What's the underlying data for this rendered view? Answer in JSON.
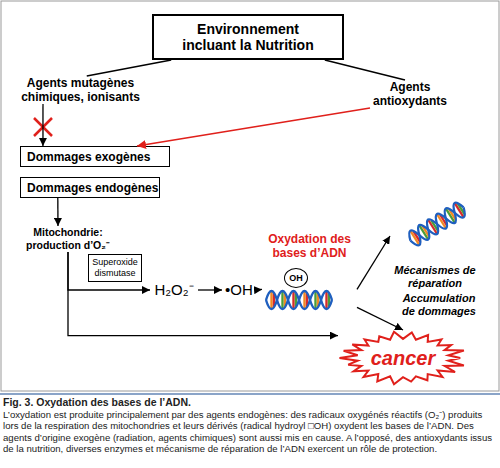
{
  "diagram": {
    "title": "Fig. 3. Oxydation des bases de l’ADN.",
    "caption": "L’oxydation est produite principalement par des agents endogènes: des radicaux oxygénés réactifs (O₂⁻) produits lors de la respiration des mitochondries et leurs dérivés (radical hydroyl □OH) oxydent les bases de l’ADN. Des agents d’origine exogène (radiation, agents chimiques) sont aussi mis en cause. A l’opposé, des antioxydants issus de la nutrition, diverses enzymes et mécanisme de réparation de l’ADN exercent un rôle de protection.",
    "nodes": [
      {
        "text": [
          "Environnement incluant la Nutrition"
        ]
      },
      {
        "text": [
          "Agents mutagènes chimiques, ionisants"
        ]
      },
      {
        "text": [
          "Agents antioxydants"
        ]
      },
      {
        "text": [
          "Dommages exogènes"
        ]
      },
      {
        "text": [
          "Dommages endogènes"
        ]
      },
      {
        "text": [
          "Mitochondrie: production d’O₂⁻"
        ]
      },
      {
        "text": [
          "Superoxide dismutase"
        ]
      },
      {
        "text": [
          "H₂O₂⁻"
        ]
      },
      {
        "text": [
          "•OH"
        ]
      },
      {
        "text": [
          "Oxydation des bases d’ADN"
        ]
      },
      {
        "text": [
          "OH"
        ],
        "in": 9
      },
      {
        "text": [
          "Mécanismes de réparation"
        ]
      },
      {
        "text": [
          "cancer"
        ]
      }
    ],
    "edges": [
      {
        "from": 0,
        "to": 1,
        "arrow": "none"
      },
      {
        "from": 0,
        "to": 2,
        "arrow": "none"
      },
      {
        "from": 1,
        "to": 3,
        "arrow": "to"
      },
      {
        "from": 2,
        "to": 3,
        "arrow": "to"
      },
      {
        "from": 4,
        "to": 5,
        "arrow": "to"
      },
      {
        "from": 5,
        "to": 7,
        "arrow": "to"
      },
      {
        "from": 7,
        "to": 8,
        "arrow": "to"
      },
      {
        "from": 8,
        "to": 9,
        "arrow": "to"
      },
      {
        "from": 9,
        "to": 11,
        "arrow": "to"
      },
      {
        "from": 9,
        "to": 12,
        "arrow": "to",
        "label": "Accumulation de dommages"
      },
      {
        "from": 5,
        "to": 12,
        "arrow": "to"
      }
    ]
  }
}
